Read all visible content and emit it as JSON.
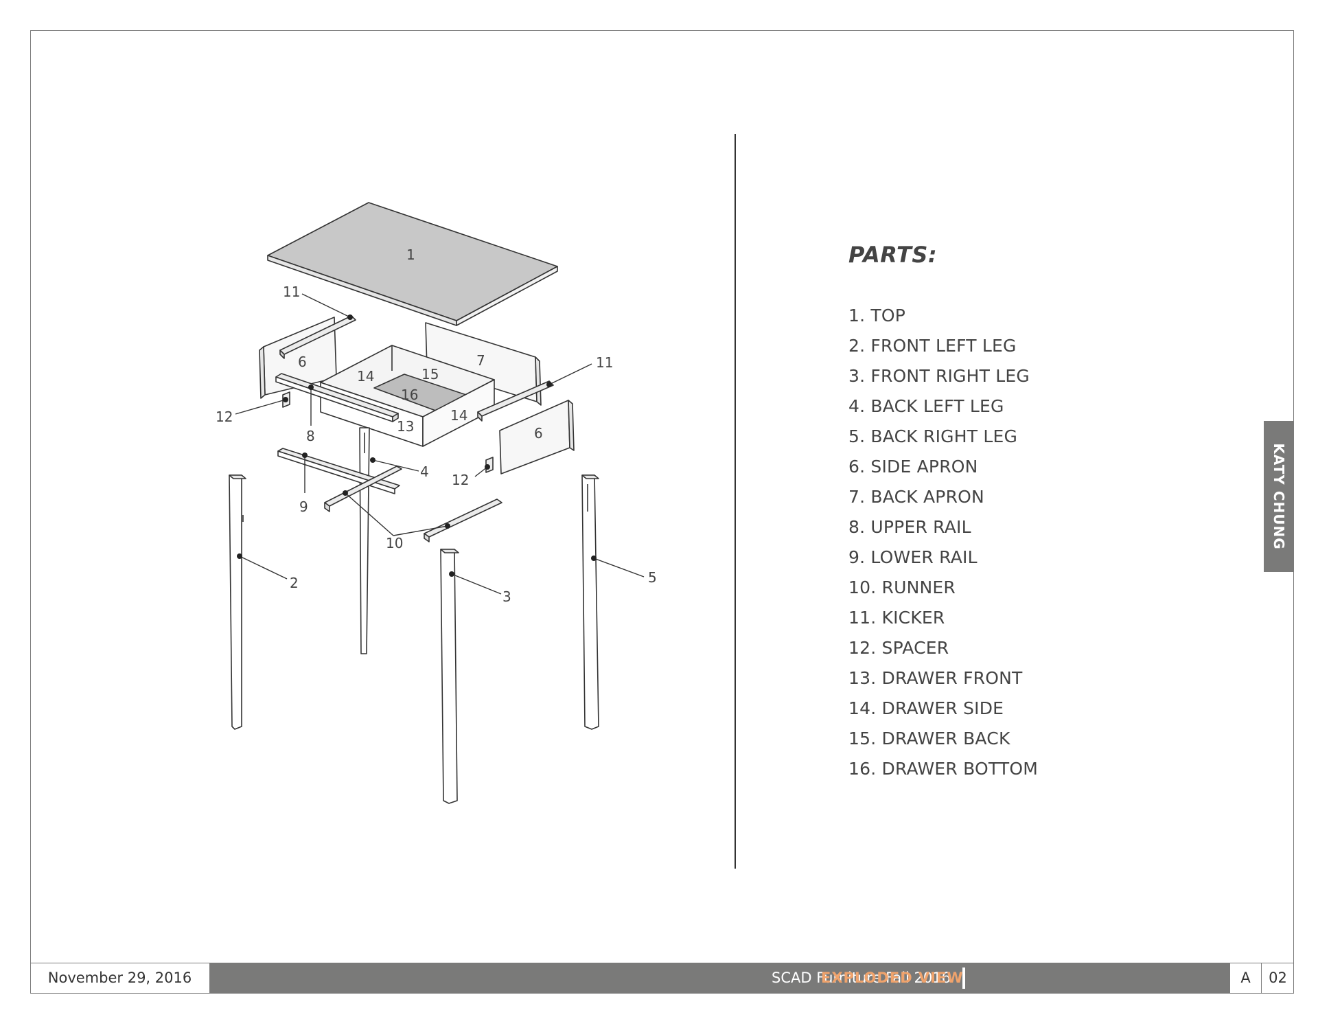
{
  "parts": {
    "title": "PARTS:",
    "items": [
      "1. TOP",
      "2. FRONT LEFT LEG",
      "3. FRONT RIGHT LEG",
      "4. BACK LEFT LEG",
      "5. BACK RIGHT LEG",
      "6. SIDE APRON",
      "7. BACK APRON",
      "8. UPPER RAIL",
      "9. LOWER RAIL",
      "10. RUNNER",
      "11. KICKER",
      "12. SPACER",
      "13. DRAWER FRONT",
      "14. DRAWER SIDE",
      "15. DRAWER BACK",
      "16. DRAWER BOTTOM"
    ]
  },
  "side_tab": {
    "label": "KATY CHUNG"
  },
  "footer": {
    "date": "November 29, 2016",
    "course": "SCAD Furniture Fall 2016",
    "view": "EXPLODED VIEW",
    "revision": "A",
    "sheet_number": "02"
  },
  "diagram": {
    "callouts": {
      "top": "1",
      "front_left_leg": "2",
      "front_right_leg": "3",
      "back_left_leg": "4",
      "back_right_leg": "5",
      "side_apron_left": "6",
      "side_apron_right": "6",
      "back_apron": "7",
      "upper_rail": "8",
      "lower_rail": "9",
      "runner": "10",
      "kicker_left": "11",
      "kicker_right": "11",
      "spacer_left": "12",
      "spacer_right": "12",
      "drawer_front": "13",
      "drawer_side_left": "14",
      "drawer_side_right": "14",
      "drawer_back": "15",
      "drawer_bottom": "16"
    }
  },
  "colors": {
    "bar": "#7a7a79",
    "accent": "#f0a36c",
    "top_fill": "#c8c8c8"
  }
}
